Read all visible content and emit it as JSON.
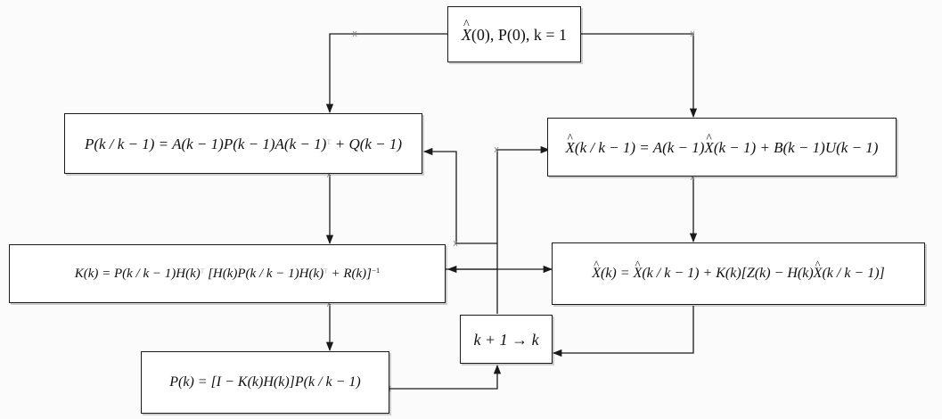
{
  "init": {
    "x_letter": "X",
    "text": "(0), P(0), k = 1"
  },
  "p_pred": {
    "lhs": "P(k / k − 1) = A(k − 1)P(k − 1)A(k − 1)",
    "sup": "T",
    "rhs": " + Q(k − 1)"
  },
  "x_pred": {
    "x_letter": "X",
    "eq1": "(k / k − 1) = A(k − 1)",
    "x_letter_2": "X",
    "eq2": "(k − 1) + B(k − 1)U(k − 1)"
  },
  "gain": {
    "part1": "K(k) = P(k / k − 1)H(k)",
    "sup1": "T",
    "part2": " [H(k)P(k / k − 1)H(k)",
    "sup2": "T",
    "part3": " + R(k)]",
    "sup3": "−1"
  },
  "x_update": {
    "x_letter": "X",
    "eq1": "(k) = ",
    "x_letter_2": "X",
    "eq2": "(k / k − 1) + K(k)[Z(k) − H(k)",
    "x_letter_3": "X",
    "eq3": "(k / k − 1)]"
  },
  "step": {
    "text": "k + 1 → k"
  },
  "p_update": {
    "text": "P(k) = [I − K(k)H(k)]P(k / k − 1)"
  }
}
